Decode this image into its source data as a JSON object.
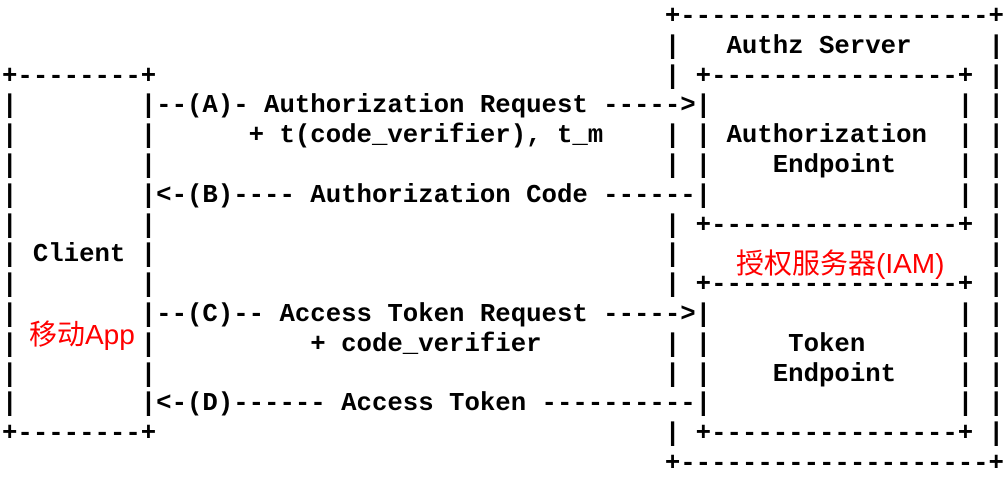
{
  "colors": {
    "background": "#ffffff",
    "ink": "#000000",
    "annotation_red": "#ff0000"
  },
  "diagram": {
    "ascii_lines": [
      "                                           +--------------------+",
      "                                           |   Authz Server     |",
      "+--------+                                 | +----------------+ |",
      "|        |--(A)- Authorization Request ----->|                | |",
      "|        |      + t(code_verifier), t_m    | | Authorization  | |",
      "|        |                                 | |    Endpoint    | |",
      "|        |<-(B)---- Authorization Code ------|                | |",
      "|        |                                 | +----------------+ |",
      "| Client |                                 |                    |",
      "|        |                                 | +----------------+ |",
      "|        |--(C)-- Access Token Request ----->|                | |",
      "|        |          + code_verifier        | |     Token      | |",
      "|        |                                 | |    Endpoint    | |",
      "|        |<-(D)------ Access Token ----------|                | |",
      "+--------+                                 | +----------------+ |",
      "                                           +--------------------+"
    ],
    "annotations": {
      "client_cn": "移动App",
      "authz_server_cn": "授权服务器(IAM)"
    },
    "entities": {
      "client": "Client",
      "authz_server": "Authz Server",
      "authorization_endpoint": "Authorization Endpoint",
      "token_endpoint": "Token Endpoint"
    },
    "steps": [
      {
        "id": "A",
        "text": "Authorization Request + t(code_verifier), t_m",
        "direction": "client-to-authorization-endpoint"
      },
      {
        "id": "B",
        "text": "Authorization Code",
        "direction": "authorization-endpoint-to-client"
      },
      {
        "id": "C",
        "text": "Access Token Request + code_verifier",
        "direction": "client-to-token-endpoint"
      },
      {
        "id": "D",
        "text": "Access Token",
        "direction": "token-endpoint-to-client"
      }
    ]
  }
}
